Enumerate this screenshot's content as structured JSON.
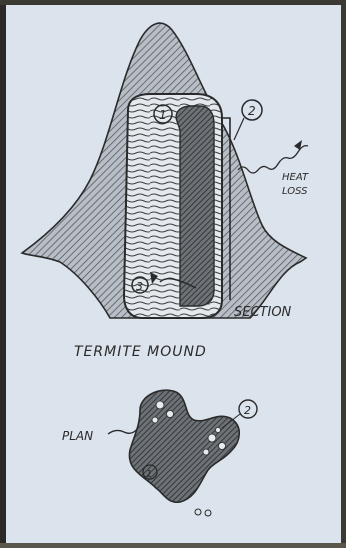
{
  "diagram": {
    "title": "TERMITE MOUND",
    "section_label": "SECTION",
    "plan_label": "PLAN",
    "heat_loss_label_line1": "HEAT",
    "heat_loss_label_line2": "LOSS",
    "markers": {
      "one": "1",
      "two": "2",
      "three": "3"
    },
    "colors": {
      "paper": "#dbe3ec",
      "ink": "#2a2a2a",
      "hatch": "#7a7d80"
    }
  }
}
